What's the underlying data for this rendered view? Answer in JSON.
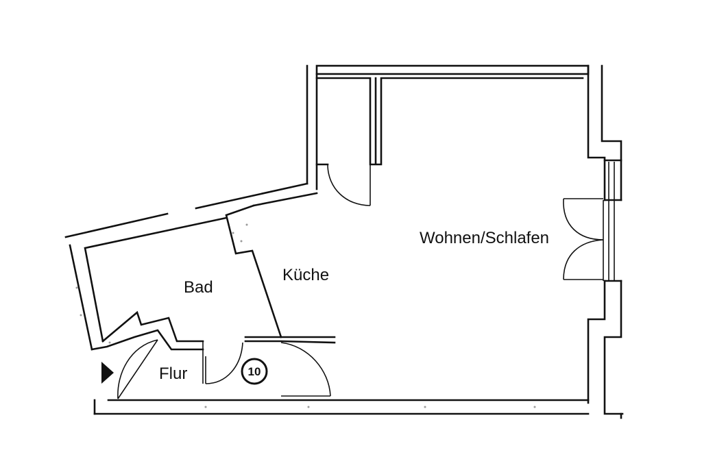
{
  "rooms": {
    "living": "Wohnen/Schlafen",
    "kitchen": "Küche",
    "bath": "Bad",
    "hall": "Flur"
  },
  "unit_number": "10",
  "colors": {
    "lines": "#111111",
    "background": "#ffffff",
    "wall_speckle": "#9a9a9a"
  },
  "icons": {
    "entrance": "entrance-arrow-icon"
  }
}
